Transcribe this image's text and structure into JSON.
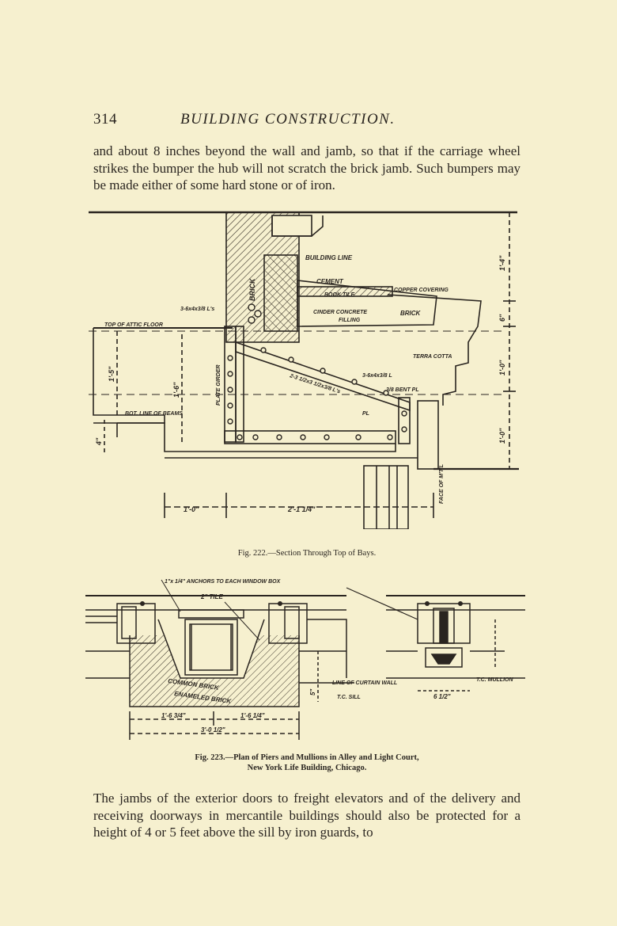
{
  "page": {
    "number": "314",
    "running_title": "BUILDING CONSTRUCTION."
  },
  "text": {
    "para_top": "and about 8 inches beyond the wall and jamb, so that if the carriage wheel strikes the bumper the hub will not scratch the brick jamb. Such bumpers may be made either of some hard stone or of iron.",
    "para_bottom": "The jambs of the exterior doors to freight elevators and of the delivery and receiving doorways in mercantile buildings should also be protected for a height of 4 or 5 feet above the sill by iron guards, to"
  },
  "figures": {
    "fig222": {
      "caption": "Fig. 222.—Section Through Top of Bays.",
      "labels": {
        "building_line": "BUILDING LINE",
        "cement": "CEMENT",
        "copper_covering": "COPPER COVERING",
        "book_tile": "BOOK TILE",
        "cinder_concrete": "CINDER CONCRETE",
        "filling": "FILLING",
        "brick_right": "BRICK",
        "brick_wall": "BRICK",
        "angles_top": "3-6x4x3/8 L's",
        "top_attic_floor": "TOP OF ATTIC FLOOR",
        "terra_cotta": "TERRA COTTA",
        "bent_pl": "3/8 BENT PL",
        "angle_small": "3-6x4x3/8 L",
        "plate_girder": "PLATE GIRDER",
        "strut_angles": "2-3 1/2x3 1/2x3/8 L's",
        "bot_line_beams": "BOT. LINE OF BEAMS",
        "face_of_mtl": "FACE OF M'T'L",
        "pl": "PL",
        "dim_1_5": "1'-5\"",
        "dim_1_6": "1'-6\"",
        "dim_1_4": "1'-4\"",
        "dim_6": "6\"",
        "dim_1_0_r": "1'-0\"",
        "dim_1_0_r2": "1'-0\"",
        "dim_1_0_b": "1'-0\"",
        "dim_2_1": "2'-1 1/4\"",
        "dim_4": "4\""
      }
    },
    "fig223": {
      "caption_line1": "Fig. 223.—Plan of Piers and Mullions in Alley and Light Court,",
      "caption_line2": "New York Life Building, Chicago.",
      "labels": {
        "anchors": "1\"x 1/4\" ANCHORS TO EACH WINDOW BOX",
        "tile": "2\" TILE",
        "common_brick": "COMMON BRICK",
        "enameled_brick": "ENAMELED BRICK",
        "line_of_curtain_wall": "LINE OF CURTAIN WALL",
        "tc_sill": "T.C. SILL",
        "tc_mullion": "T.C. MULLION",
        "dim_1_6_3_4": "1'-6 3/4\"",
        "dim_1_6_1_4": "1'-6 1/4\"",
        "dim_3_0_1_2": "3'-0 1/2\"",
        "dim_5": "5\"",
        "dim_6_1_2": "6 1/2\""
      }
    }
  }
}
